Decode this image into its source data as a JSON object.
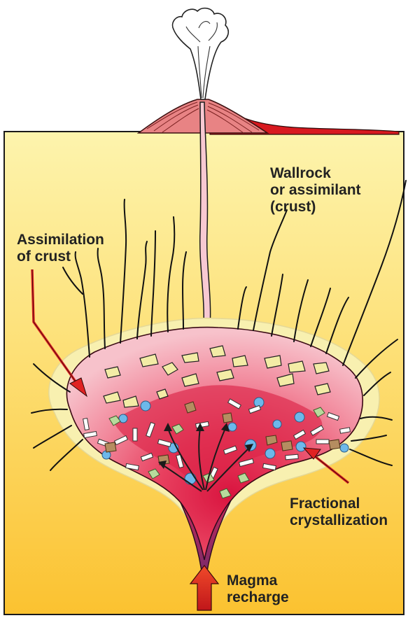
{
  "labels": {
    "wallrock": [
      "Wallrock",
      "or assimilant",
      "(crust)"
    ],
    "assimilation": [
      "Assimilation",
      "of crust"
    ],
    "fractional": [
      "Fractional",
      "crystallization"
    ],
    "recharge": [
      "Magma",
      "recharge"
    ]
  },
  "colors": {
    "crust_top": "#fdf2a6",
    "crust_bottom": "#fbc52f",
    "halo": "#f9f3b2",
    "chamber_outer": "#f5b3bd",
    "chamber_mid": "#ef6f87",
    "chamber_core": "#e21f4b",
    "conduit": "#7b2b6a",
    "arrow_red": "#e02222",
    "xenolith": "#f3eda8",
    "crystal_blue": "#68b6e8",
    "crystal_brown": "#b58d60",
    "crystal_green": "#b5d99a",
    "volcano": "#e47a7a",
    "lava": "#d6181f"
  },
  "icons": [
    "eruption-plume-icon",
    "volcano-cone-icon",
    "recharge-arrow-icon"
  ]
}
